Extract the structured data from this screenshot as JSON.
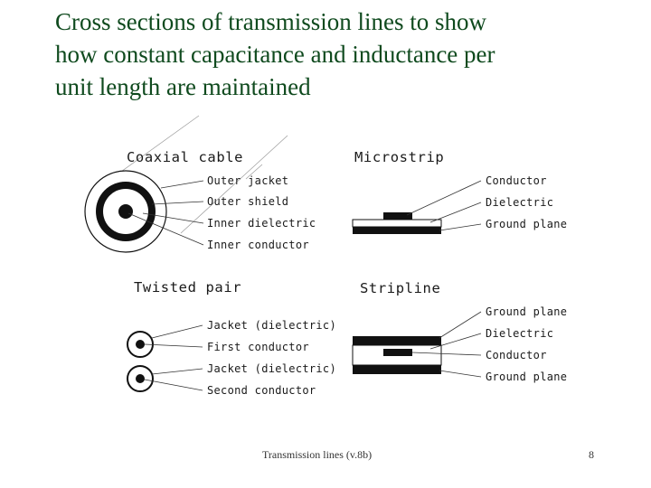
{
  "title_lines": [
    "Cross sections of transmission lines to show",
    "how constant capacitance and inductance per",
    "unit length are maintained"
  ],
  "coaxial": {
    "heading": "Coaxial  cable",
    "labels": [
      "Outer  jacket",
      "Outer  shield",
      "Inner  dielectric",
      "Inner  conductor"
    ]
  },
  "microstrip": {
    "heading": "Microstrip",
    "labels": [
      "Conductor",
      "Dielectric",
      "Ground  plane"
    ]
  },
  "twisted_pair": {
    "heading": "Twisted  pair",
    "labels": [
      "Jacket  (dielectric)",
      "First  conductor",
      "Jacket  (dielectric)",
      "Second  conductor"
    ]
  },
  "stripline": {
    "heading": "Stripline",
    "labels": [
      "Ground  plane",
      "Dielectric",
      "Conductor",
      "Ground  plane"
    ]
  },
  "footer": {
    "center": "Transmission lines (v.8b)",
    "page": "8"
  }
}
